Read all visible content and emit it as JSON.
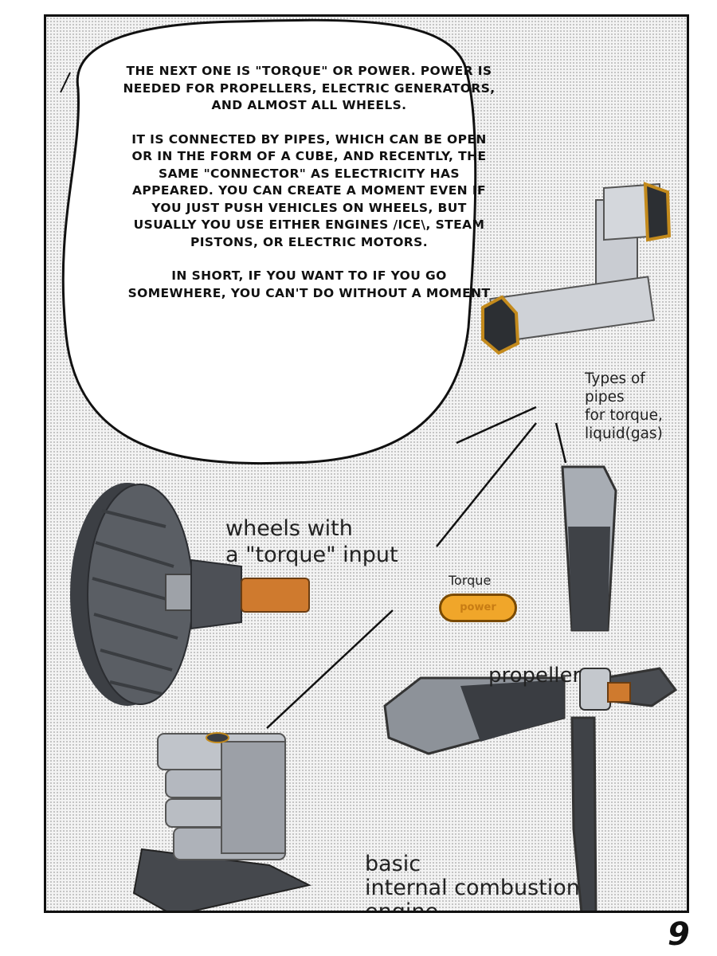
{
  "speech_bubble": {
    "paragraph_1": "The next one is \"torque\" or power. Power is needed for propellers, electric generators, and almost all wheels.",
    "paragraph_2": "It is connected by pipes, which can be open or in the form of a cube, and recently, the same \"connector\" as electricity has appeared. You can create a moment even if you just push vehicles on wheels, but usually you use either engines /ICE\\, steam pistons, or electric motors.",
    "paragraph_3": "In short, if you want to if you go somewhere, you can't do without a moment"
  },
  "labels": {
    "pipes_line1": "Types of pipes",
    "pipes_line2": "for torque,",
    "pipes_line3": "liquid(gas)",
    "wheels_line1": "wheels with",
    "wheels_line2": "a \"torque\" input",
    "torque": "Torque",
    "power_badge": "power",
    "propeller": "propeller",
    "engine_line1": "basic",
    "engine_line2": "internal combustion",
    "engine_line3": "engine"
  },
  "page_number": "9",
  "colors": {
    "torque_orange": "#f0a62a",
    "part_gray": "#b8bcc2",
    "dark_gray": "#4a4d52"
  }
}
